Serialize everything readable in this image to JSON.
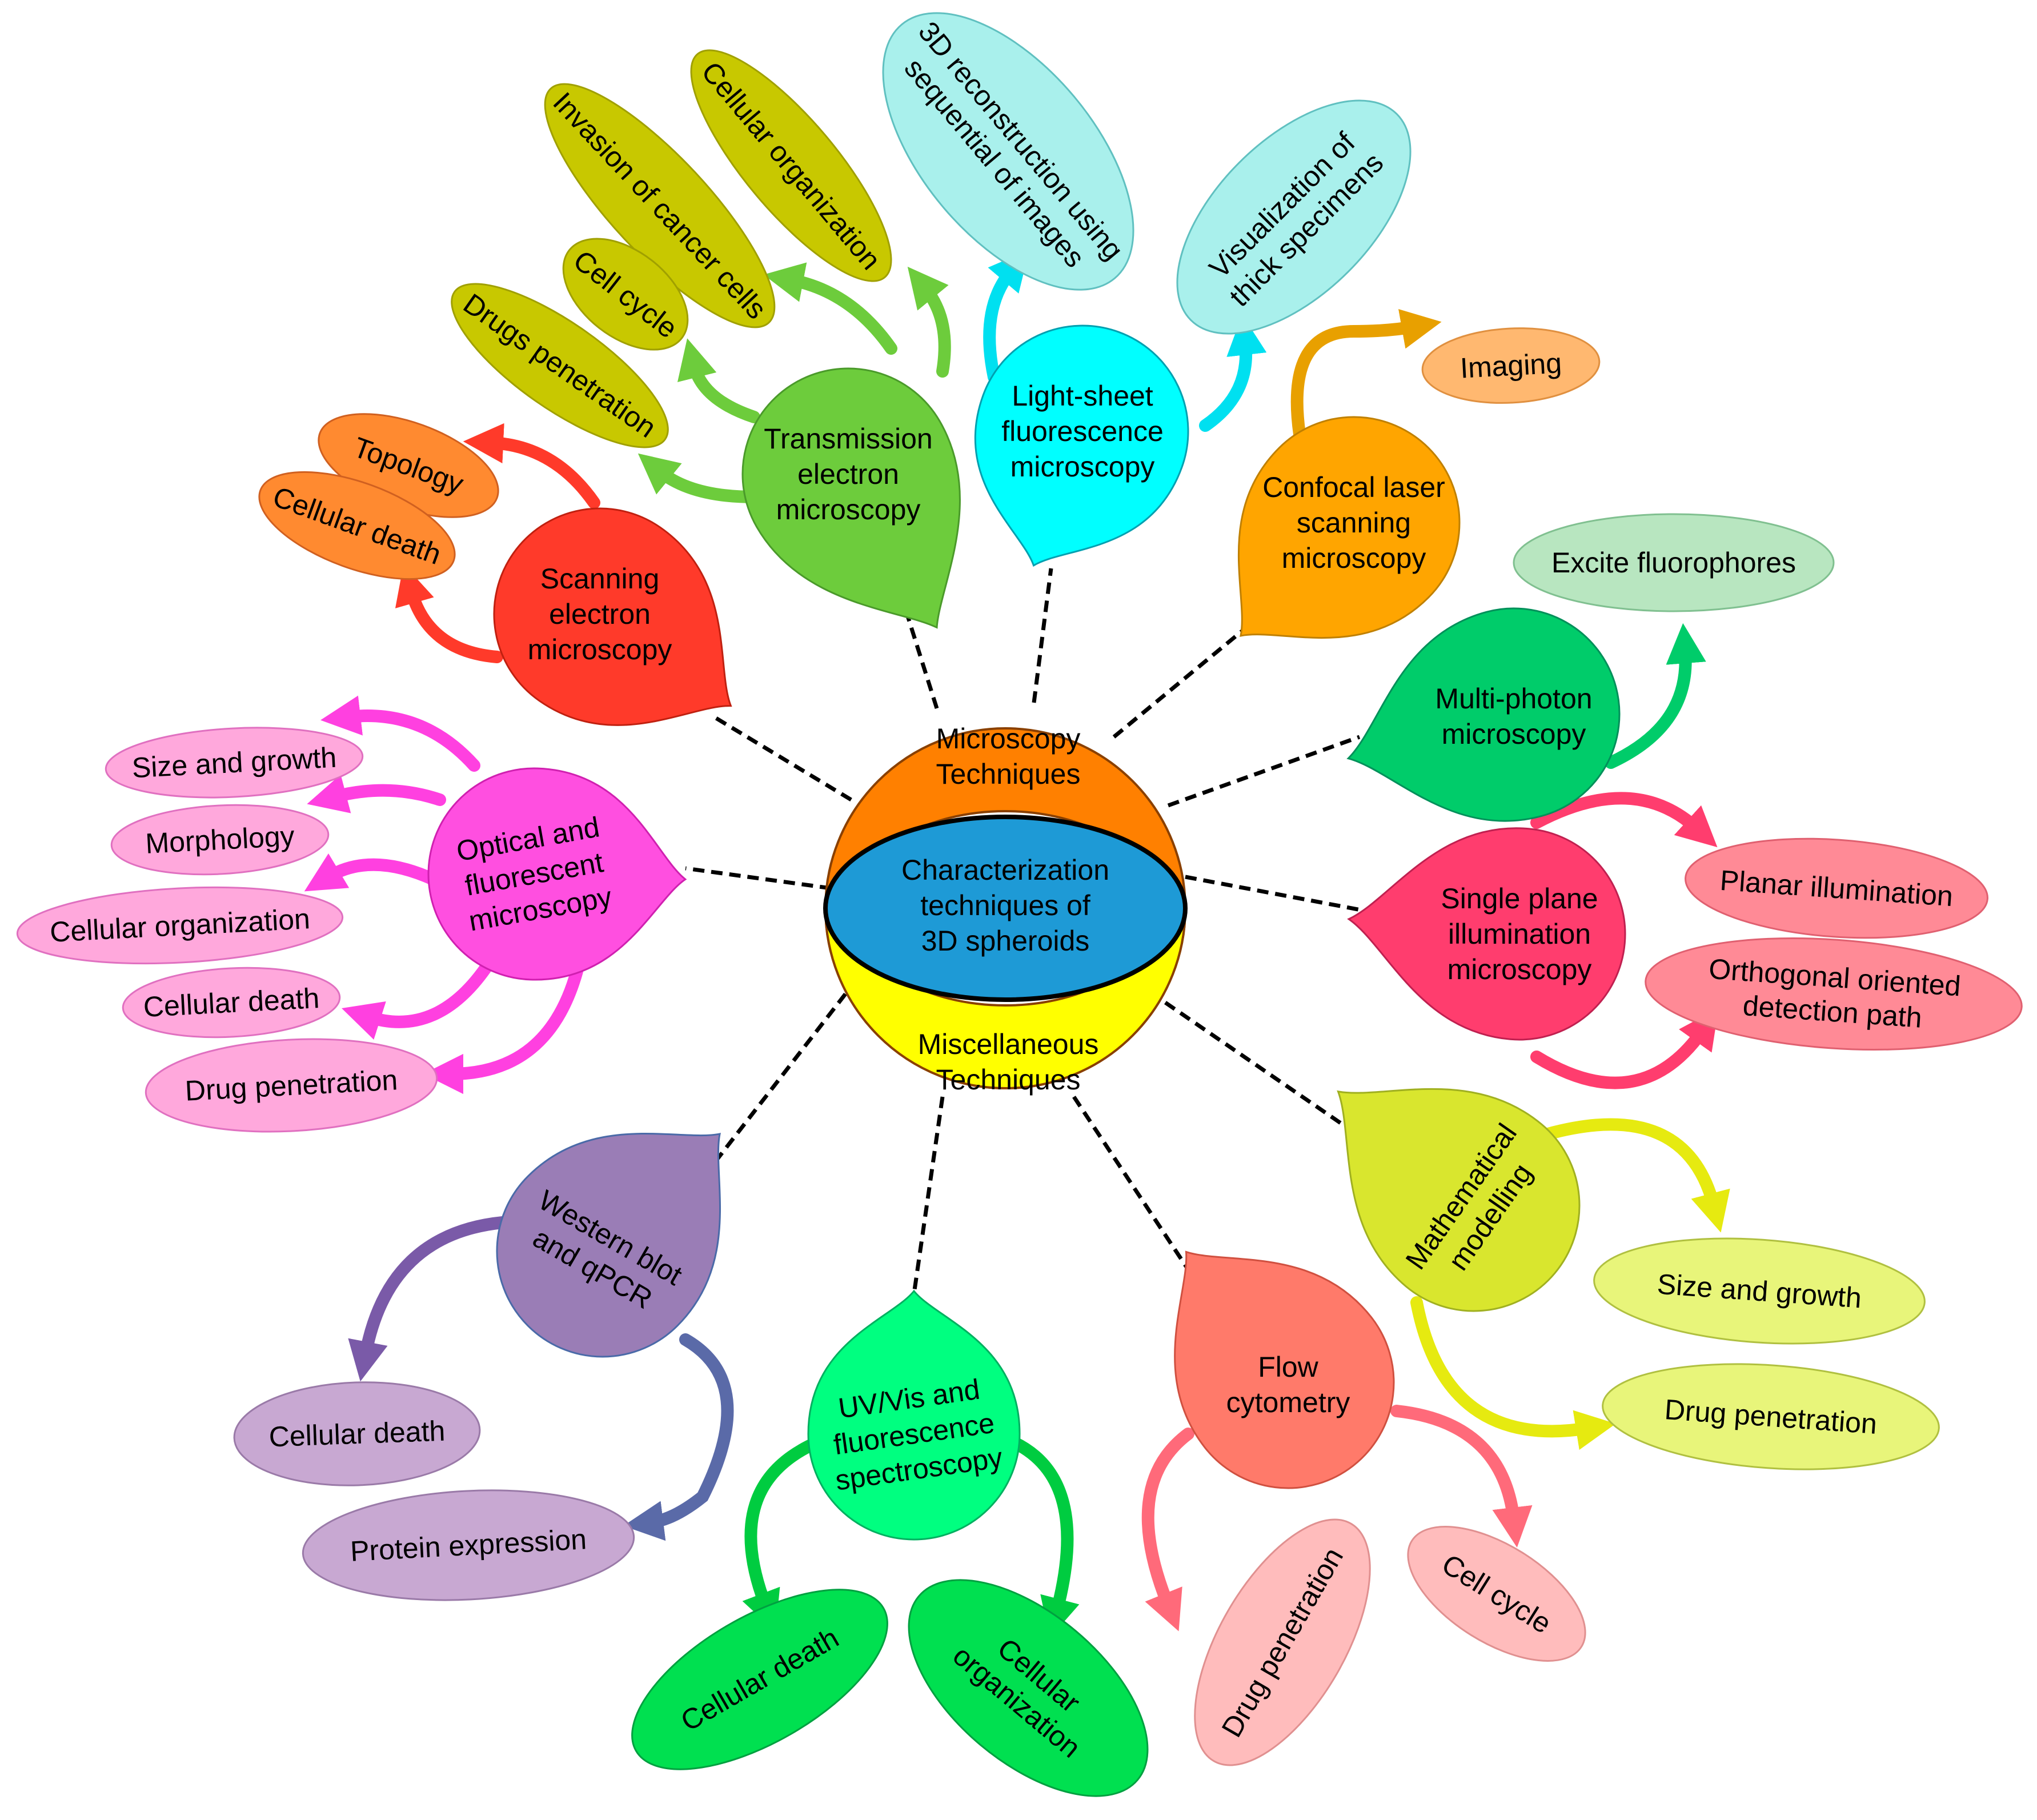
{
  "center": {
    "title": [
      "Characterization",
      "techniques of",
      "3D spheroids"
    ],
    "top_label": [
      "Microscopy",
      "Techniques"
    ],
    "bottom_label": [
      "Miscellaneous",
      "Techniques"
    ],
    "colors": {
      "center": "#1e9ad6",
      "top": "#ff8000",
      "bottom": "#ffff00"
    }
  },
  "nodes": [
    {
      "id": "tem",
      "label": [
        "Transmission",
        "electron",
        "microscopy"
      ],
      "color": "#6dcc3c",
      "leaves": [
        "Cellular organization",
        "Invasion of cancer cells",
        "Cell cycle",
        "Drugs penetration"
      ],
      "leaf_color": "#c8c800"
    },
    {
      "id": "lsfm",
      "label": [
        "Light-sheet",
        "fluorescence",
        "microscopy"
      ],
      "color": "#00ffff",
      "leaves": [
        [
          "3D reconstruction using",
          "sequential of images"
        ],
        [
          "Visualization of",
          "thick specimens"
        ]
      ],
      "leaf_color": "#a9f0ec"
    },
    {
      "id": "clsm",
      "label": [
        "Confocal laser",
        "scanning",
        "microscopy"
      ],
      "color": "#ffa500",
      "leaves": [
        "Imaging"
      ],
      "leaf_color": "#ffb870"
    },
    {
      "id": "mpm",
      "label": [
        "Multi-photon",
        "microscopy"
      ],
      "color": "#00cc6a",
      "leaves": [
        "Excite fluorophores"
      ],
      "leaf_color": "#b8e6c0"
    },
    {
      "id": "spim",
      "label": [
        "Single plane",
        "illumination",
        "microscopy"
      ],
      "color": "#ff3d6e",
      "leaves": [
        "Planar illumination",
        [
          "Orthogonal oriented",
          "detection path"
        ]
      ],
      "leaf_color": "#ff8a96"
    },
    {
      "id": "math",
      "label": [
        "Mathematical",
        "modelling"
      ],
      "color": "#d9e62e",
      "leaves": [
        "Size and growth",
        "Drug penetration"
      ],
      "leaf_color": "#e8f57a"
    },
    {
      "id": "flow",
      "label": [
        "Flow",
        "cytometry"
      ],
      "color": "#ff7a6a",
      "leaves": [
        "Drug penetration",
        "Cell cycle"
      ],
      "leaf_color": "#ffbcbc"
    },
    {
      "id": "uv",
      "label": [
        "UV/Vis and",
        "fluorescence",
        "spectroscopy"
      ],
      "color": "#00ff80",
      "leaves": [
        "Cellular death",
        [
          "Cellular",
          "organization"
        ]
      ],
      "leaf_color": "#00e050"
    },
    {
      "id": "wb",
      "label": [
        "Western blot",
        "and qPCR"
      ],
      "color": "#9a7db6",
      "leaves": [
        "Cellular death",
        "Protein expression"
      ],
      "leaf_color": "#c8a8d2"
    },
    {
      "id": "ofm",
      "label": [
        "Optical and",
        "fluorescent",
        "microscopy"
      ],
      "color": "#ff4fe0",
      "leaves": [
        "Size and growth",
        "Morphology",
        "Cellular organization",
        "Cellular death",
        "Drug penetration"
      ],
      "leaf_color": "#ffa8dc"
    },
    {
      "id": "sem",
      "label": [
        "Scanning",
        "electron",
        "microscopy"
      ],
      "color": "#ff3a2a",
      "leaves": [
        "Topology",
        "Cellular death"
      ],
      "leaf_color": "#ff8a30"
    }
  ]
}
